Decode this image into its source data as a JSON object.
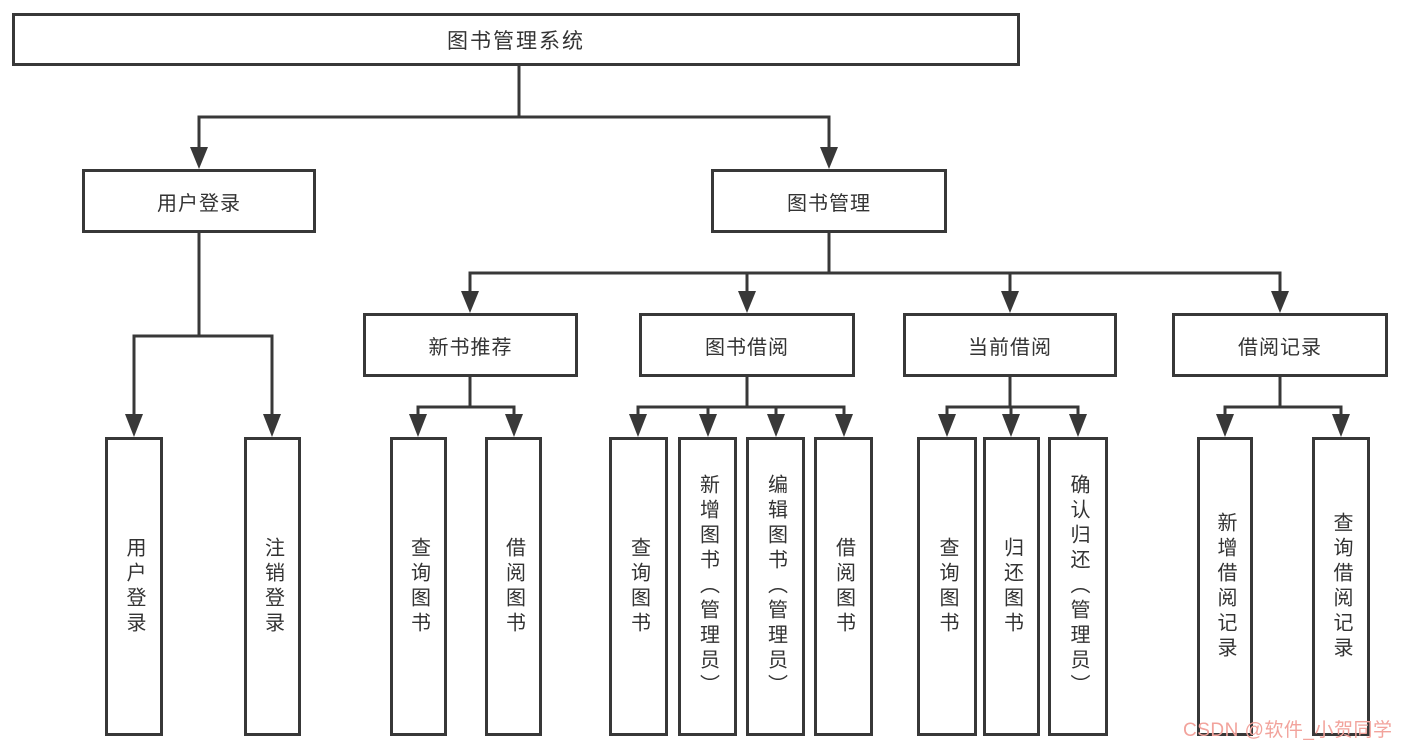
{
  "tree": {
    "root": {
      "label": "图书管理系统"
    },
    "branches": [
      {
        "label": "用户登录",
        "children": [
          {
            "label": "用户登录"
          },
          {
            "label": "注销登录"
          }
        ]
      },
      {
        "label": "图书管理",
        "children": [
          {
            "label": "新书推荐",
            "children": [
              {
                "label": "查询图书"
              },
              {
                "label": "借阅图书"
              }
            ]
          },
          {
            "label": "图书借阅",
            "children": [
              {
                "label": "查询图书"
              },
              {
                "label": "新增图书（管理员）"
              },
              {
                "label": "编辑图书（管理员）"
              },
              {
                "label": "借阅图书"
              }
            ]
          },
          {
            "label": "当前借阅",
            "children": [
              {
                "label": "查询图书"
              },
              {
                "label": "归还图书"
              },
              {
                "label": "确认归还（管理员）"
              }
            ]
          },
          {
            "label": "借阅记录",
            "children": [
              {
                "label": "新增借阅记录"
              },
              {
                "label": "查询借阅记录"
              }
            ]
          }
        ]
      }
    ]
  },
  "watermark": {
    "text": "CSDN @软件_小贺同学",
    "color": "#f2a39c"
  },
  "colors": {
    "line": "#383838",
    "box_border": "#383838",
    "text": "#333333",
    "background": "#ffffff"
  }
}
